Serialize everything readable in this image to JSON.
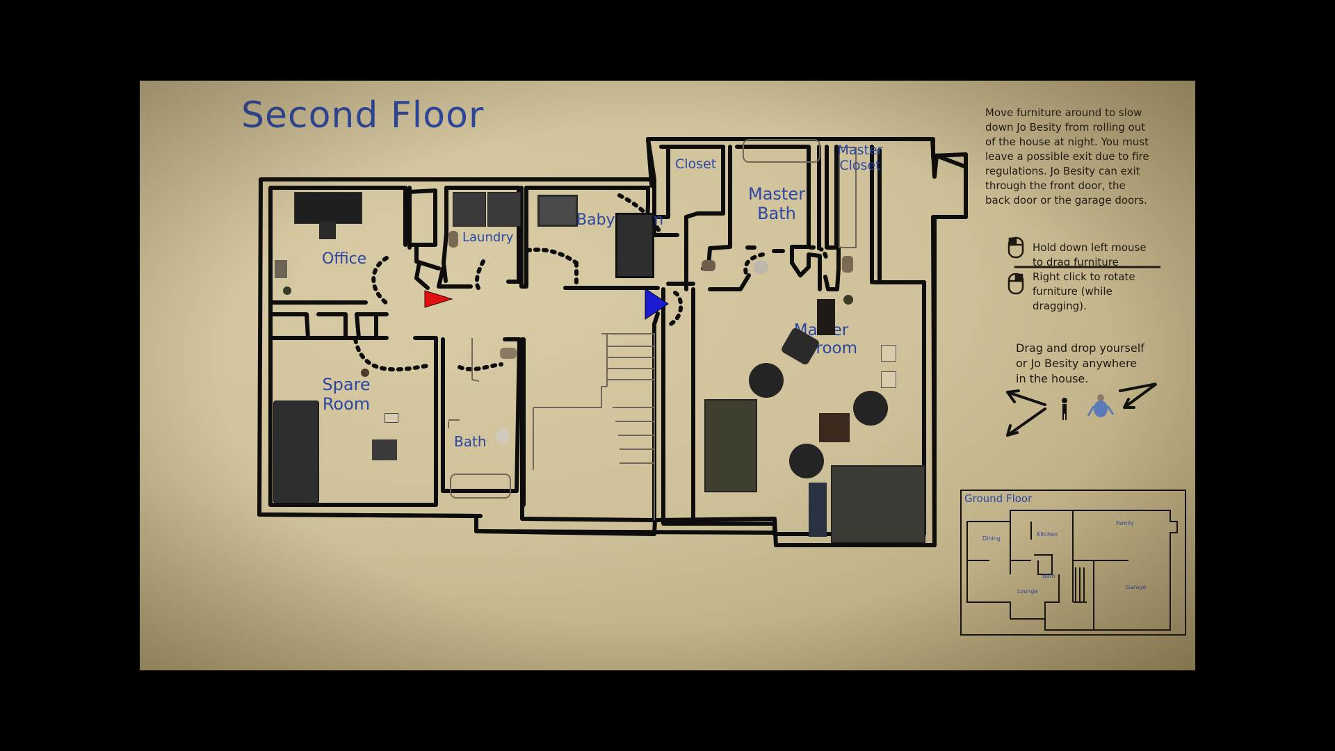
{
  "floor_title": "Second Floor",
  "rooms": {
    "office": "Office",
    "laundry": "Laundry",
    "baby_room": "Baby Room",
    "closet": "Closet",
    "master_bath_line1": "Master",
    "master_bath_line2": "Bath",
    "master_closet_line1": "Master",
    "master_closet_line2": "Closet",
    "master_bedroom_line1": "Master",
    "master_bedroom_line2": "Bedroom",
    "spare_room_line1": "Spare",
    "spare_room_line2": "Room",
    "bath": "Bath"
  },
  "instructions": {
    "intro_lines": [
      "Move furniture around to slow",
      "down Jo Besity from rolling out",
      "of the house at night. You must",
      "leave a possible exit due to fire",
      "regulations.  Jo Besity can exit",
      "through the front door, the",
      "back door or the garage doors."
    ],
    "left_mouse_lines": [
      "Hold down left mouse",
      "to drag furniture"
    ],
    "right_mouse_lines": [
      "Right click to rotate",
      "furniture (while",
      "dragging)."
    ],
    "drag_lines": [
      "Drag and drop yourself",
      "or Jo Besity anywhere",
      "in the house."
    ]
  },
  "icons": {
    "mouse_left": "mouse-left-icon",
    "mouse_right": "mouse-right-icon",
    "player": "player-figure-icon",
    "jo_besity": "jo-besity-figure-icon",
    "red_marker": "red-triangle-marker",
    "blue_marker": "blue-triangle-marker"
  },
  "colors": {
    "label_blue": "#2b47a3",
    "wall": "#0d0d0d",
    "paper": "#cfc199",
    "red_marker": "#e01010",
    "blue_marker": "#1a1ad0"
  },
  "minimap": {
    "title": "Ground Floor",
    "rooms": [
      "Dining",
      "Kitchen",
      "Family",
      "Lounge",
      "Bath",
      "Garage"
    ]
  }
}
